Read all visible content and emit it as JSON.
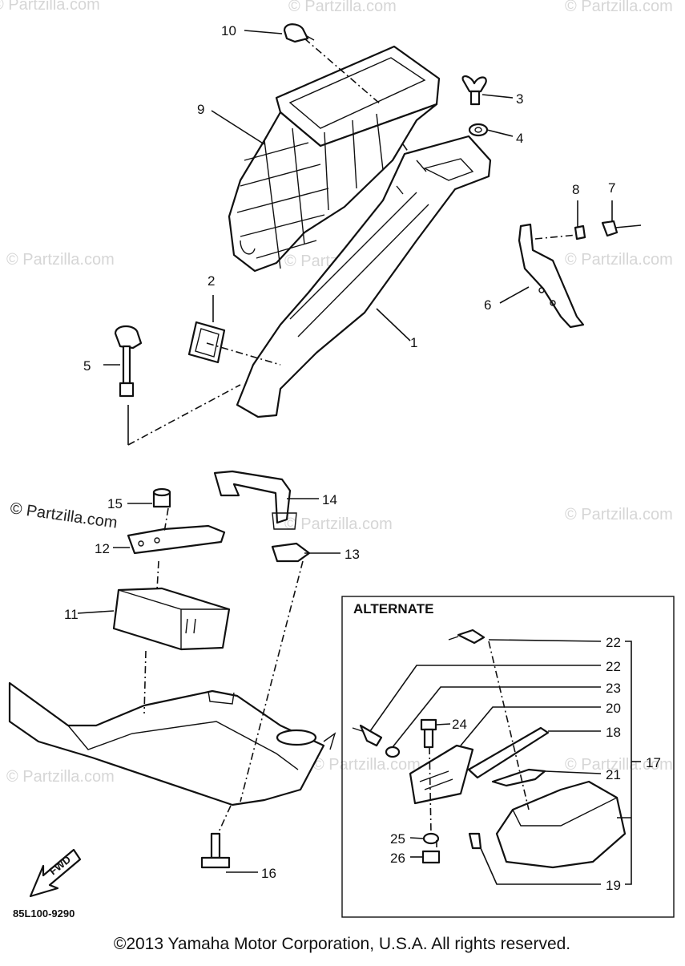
{
  "watermark": "© Partzilla.com",
  "watermark_dark": "© Partzilla.com",
  "callouts": [
    "1",
    "2",
    "3",
    "4",
    "5",
    "6",
    "7",
    "8",
    "9",
    "10",
    "11",
    "12",
    "13",
    "14",
    "15",
    "16",
    "17",
    "18",
    "19",
    "20",
    "21",
    "22",
    "22",
    "23",
    "24",
    "25",
    "26"
  ],
  "alternate_label": "ALTERNATE",
  "fwd_label": "FWD",
  "diagram_code": "85L100-9290",
  "copyright": "©2013 Yamaha Motor Corporation, U.S.A. All rights reserved."
}
